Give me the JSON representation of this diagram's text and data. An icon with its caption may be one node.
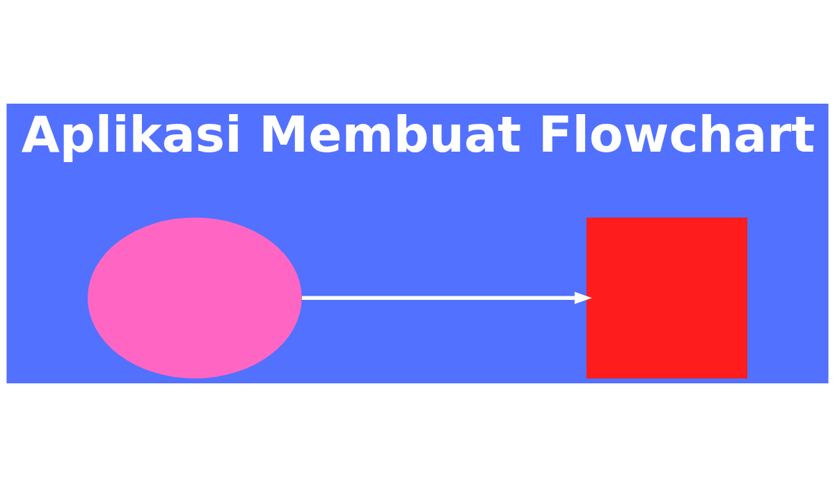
{
  "diagram": {
    "title": "Aplikasi Membuat Flowchart",
    "nodes": [
      {
        "text": [],
        "shape": "ellipse"
      },
      {
        "text": [],
        "shape": "box"
      }
    ],
    "edges": [
      {
        "from": 0,
        "to": 1,
        "arrow": "to"
      }
    ]
  }
}
